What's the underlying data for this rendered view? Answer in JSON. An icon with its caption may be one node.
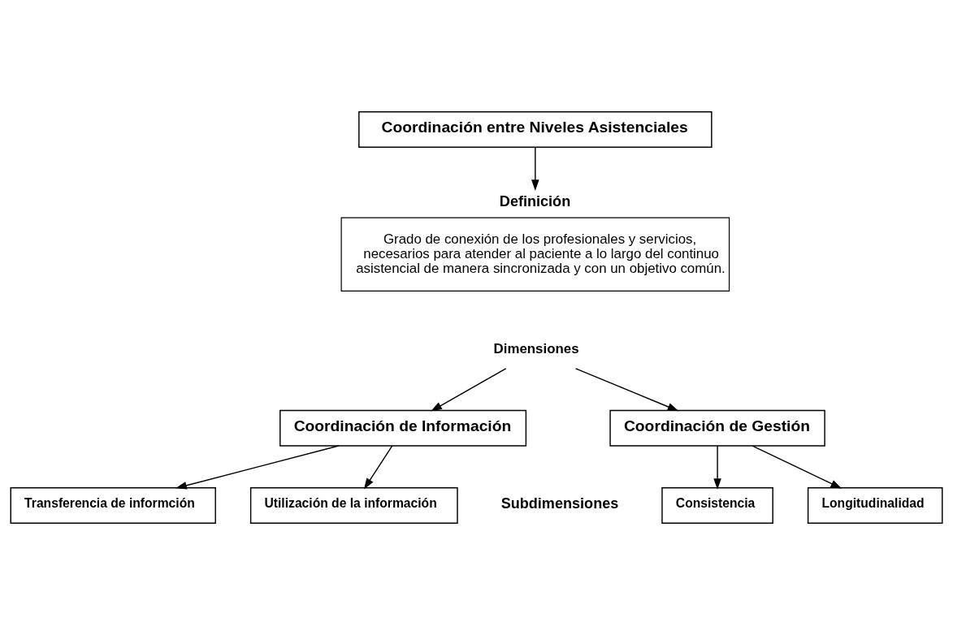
{
  "diagram": {
    "nodes": [
      {
        "text": [
          "Coordinación entre Niveles Asistenciales"
        ]
      },
      {
        "text": [
          "Definición",
          "Grado de conexión de los profesionales y servicios, necesarios para atender al paciente a lo largo del continuo asistencial de manera sincronizada y con un objetivo común."
        ]
      },
      {
        "text": [
          "Dimensiones"
        ]
      },
      {
        "text": [
          "Coordinación de Información"
        ]
      },
      {
        "text": [
          "Coordinación de Gestión"
        ]
      },
      {
        "text": [
          "Transferencia de informción"
        ]
      },
      {
        "text": [
          "Utilización de la información"
        ]
      },
      {
        "text": [
          "Consistencia"
        ]
      },
      {
        "text": [
          "Longitudinalidad"
        ]
      }
    ],
    "edges": [
      {
        "from": 0,
        "to": 1,
        "arrow": "to"
      },
      {
        "from": 2,
        "to": 3,
        "arrow": "to"
      },
      {
        "from": 2,
        "to": 4,
        "arrow": "to"
      },
      {
        "from": 3,
        "to": 5,
        "arrow": "to"
      },
      {
        "from": 3,
        "to": 6,
        "arrow": "to"
      },
      {
        "from": 4,
        "to": 7,
        "arrow": "to"
      },
      {
        "from": 4,
        "to": 8,
        "arrow": "to"
      }
    ],
    "labels": [
      "Subdimensiones"
    ]
  }
}
